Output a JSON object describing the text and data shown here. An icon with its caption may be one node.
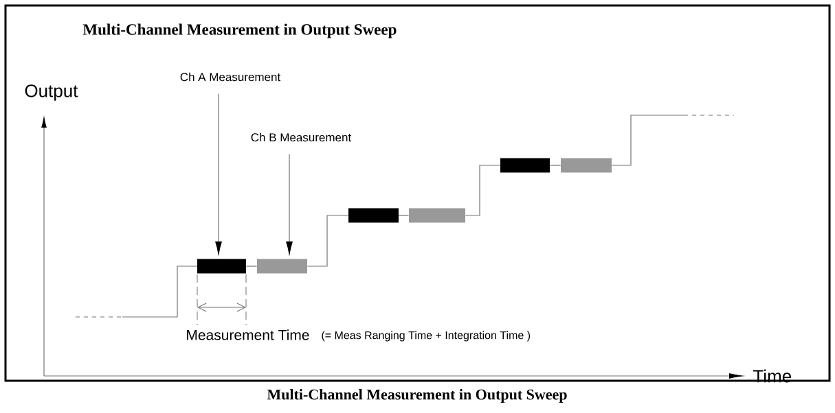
{
  "diagram": {
    "title": "Multi-Channel Measurement in Output Sweep",
    "caption": "Multi-Channel Measurement in Output Sweep",
    "nodes": [
      {
        "text": [
          "Ch A Measurement"
        ]
      },
      {
        "text": [
          "Ch B Measurement"
        ]
      },
      {
        "text": [],
        "shape": "bar"
      },
      {
        "text": [],
        "shape": "bar"
      },
      {
        "text": [],
        "shape": "bar"
      },
      {
        "text": [],
        "shape": "bar"
      },
      {
        "text": [],
        "shape": "bar"
      },
      {
        "text": [],
        "shape": "bar"
      }
    ],
    "edges": [
      {
        "from": 0,
        "to": 2,
        "arrow": "to"
      },
      {
        "from": 1,
        "to": 3,
        "arrow": "to"
      },
      {
        "from": 2,
        "to": 3,
        "arrow": "none"
      },
      {
        "from": 3,
        "to": 4,
        "arrow": "none"
      },
      {
        "from": 4,
        "to": 5,
        "arrow": "none"
      },
      {
        "from": 5,
        "to": 6,
        "arrow": "none"
      },
      {
        "from": 6,
        "to": 7,
        "arrow": "none"
      }
    ],
    "labels": [
      "Output",
      "Measurement Time",
      "(= Meas Ranging Time + Integration Time )",
      "Time"
    ]
  }
}
